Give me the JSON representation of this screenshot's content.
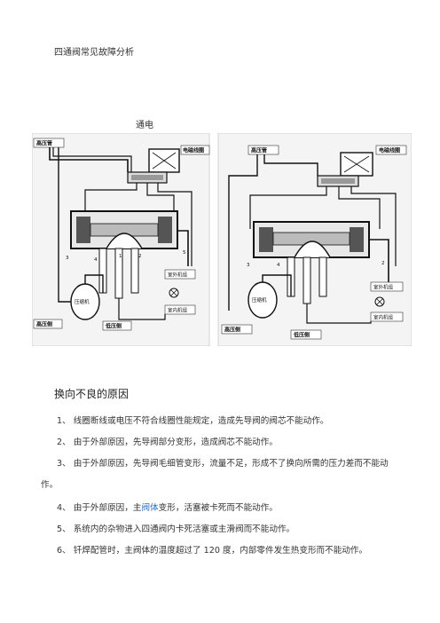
{
  "document": {
    "title": "四通阀常见故障分析",
    "figure_caption": "通电",
    "section_heading": "换向不良的原因"
  },
  "figure": {
    "left": {
      "high_pipe": "高压管",
      "coil": "电磁线圈",
      "outdoor": "室外机组",
      "indoor": "室内机组",
      "compressor": "压缩机",
      "high_side": "高压侧",
      "low_side": "低压侧",
      "n1": "1",
      "n2": "2",
      "n3": "3",
      "n4": "4",
      "n5": "5"
    },
    "right": {
      "high_pipe": "高压管",
      "coil": "电磁线圈",
      "outdoor": "室外机组",
      "indoor": "室内机组",
      "compressor": "压缩机",
      "high_side": "高压侧",
      "low_side": "低压侧",
      "n2": "2",
      "n3": "3",
      "n4": "4"
    }
  },
  "causes": [
    {
      "num": "1、",
      "pre": "线圈断线或电压不符合线圈性能规定，造成先导阀的阀芯不能动作。",
      "hl": "",
      "post": ""
    },
    {
      "num": "2、",
      "pre": "由于外部原因，先导阀部分变形，造成阀芯不能动作。",
      "hl": "",
      "post": ""
    },
    {
      "num": "3、",
      "pre": "由于外部原因，先导阀毛细管变形，流量不足，形成不了换向所需的压力差而不能动",
      "hl": "",
      "post": ""
    },
    {
      "num": "",
      "pre": "作。",
      "hl": "",
      "post": ""
    },
    {
      "num": "4、",
      "pre": "由于外部原因，主",
      "hl": "阀体",
      "post": "变形，活塞被卡死而不能动作。"
    },
    {
      "num": "5、",
      "pre": "系统内的杂物进入四通阀内卡死活塞或主滑阀而不能动作。",
      "hl": "",
      "post": ""
    },
    {
      "num": "6、",
      "pre": "钎焊配管时，主阀体的温度超过了 120 度，内部零件发生热变形而不能动作。",
      "hl": "",
      "post": ""
    }
  ]
}
